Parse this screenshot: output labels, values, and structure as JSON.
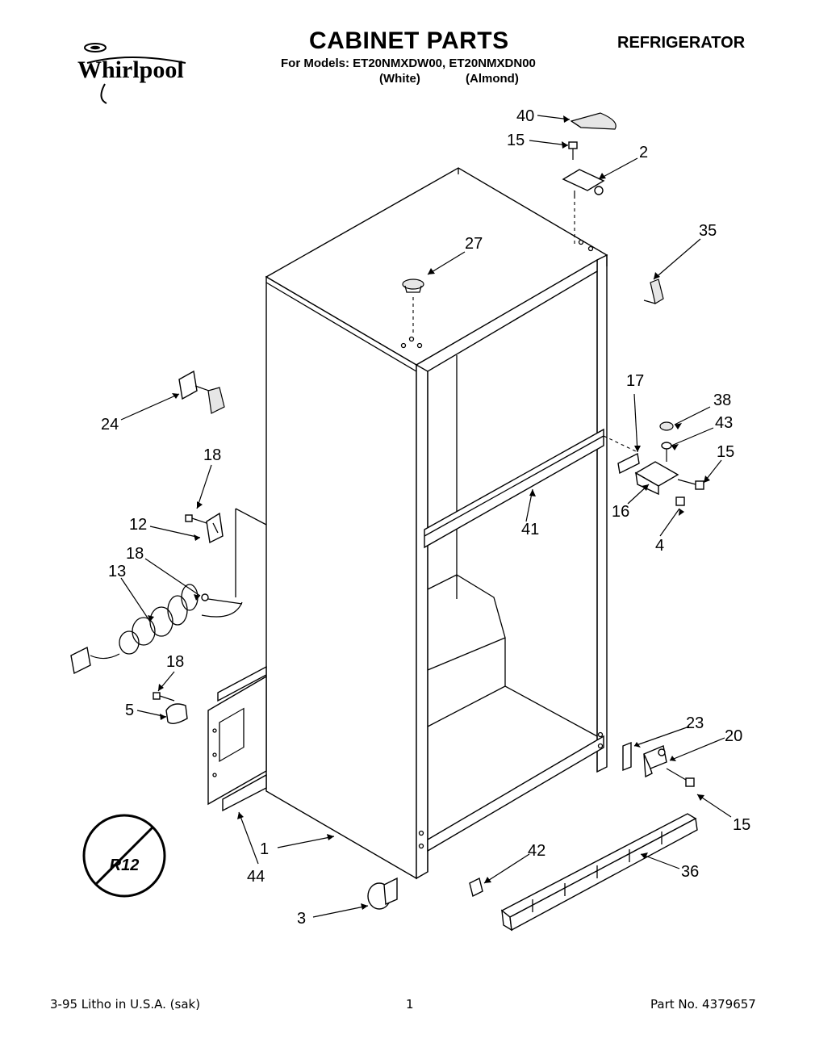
{
  "header": {
    "brand": "Whirlpool",
    "title": "CABINET PARTS",
    "appliance": "REFRIGERATOR",
    "models_line": "For Models: ET20NMXDW00, ET20NMXDN00",
    "variant_white": "(White)",
    "variant_almond": "(Almond)"
  },
  "refrigerant_badge": "R12",
  "callouts": [
    "40",
    "15",
    "2",
    "35",
    "27",
    "24",
    "17",
    "38",
    "43",
    "15",
    "18",
    "16",
    "41",
    "12",
    "4",
    "18",
    "13",
    "18",
    "5",
    "23",
    "20",
    "15",
    "1",
    "44",
    "42",
    "36",
    "3"
  ],
  "footer": {
    "left": "3-95  Litho in U.S.A. (sak)",
    "page": "1",
    "part_no": "Part No. 4379657"
  }
}
